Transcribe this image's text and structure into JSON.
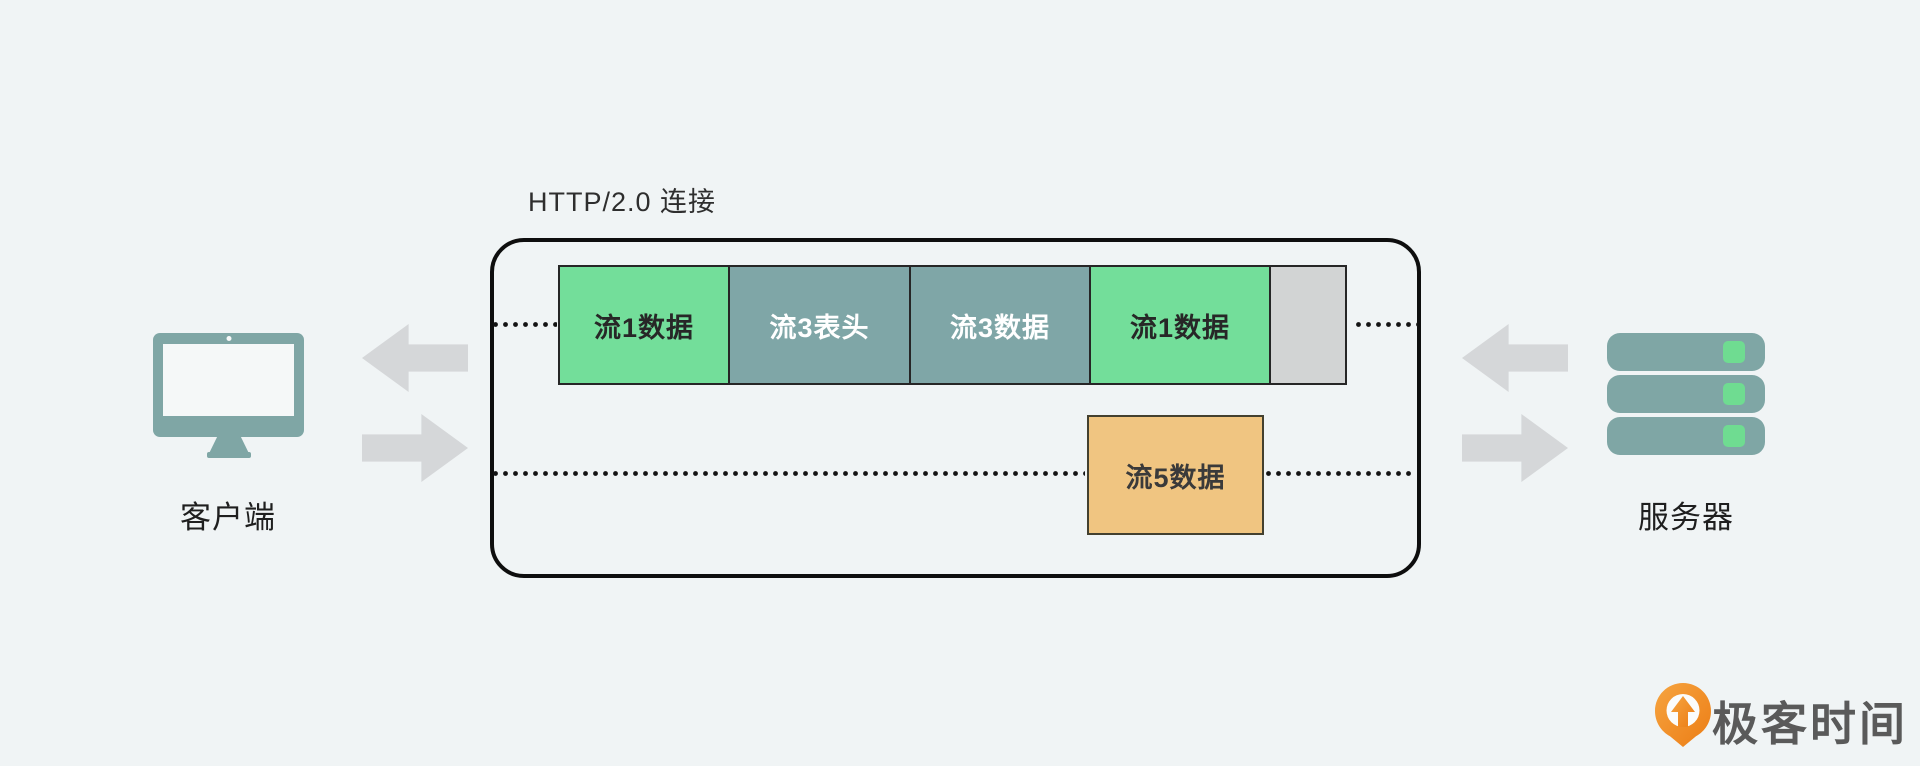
{
  "page": {
    "background_color": "#f0f4f5"
  },
  "diagram": {
    "connection": {
      "title": "HTTP/2.0 连接",
      "row1_frames": [
        {
          "label": "流1数据",
          "color": "#73de9a",
          "text_color": "#272727"
        },
        {
          "label": "流3表头",
          "color": "#7fa6a7",
          "text_color": "#ffffff"
        },
        {
          "label": "流3数据",
          "color": "#7fa6a7",
          "text_color": "#ffffff"
        },
        {
          "label": "流1数据",
          "color": "#73de9a",
          "text_color": "#272727"
        },
        {
          "label": "",
          "color": "#d2d4d4",
          "text_color": "#272727"
        }
      ],
      "row2_frames": [
        {
          "label": "流5数据",
          "color": "#f0c581",
          "text_color": "#3a3a3a"
        }
      ],
      "box_border_color": "#0e0e0e",
      "dotted_line_color": "#141414"
    },
    "client": {
      "label": "客户端",
      "icon": "monitor-icon",
      "icon_color": "#7fa6a5"
    },
    "server": {
      "label": "服务器",
      "icon": "server-stack-icon",
      "icon_color": "#7fa6a5",
      "indicator_color": "#6fdc91"
    },
    "arrows": {
      "color": "#d5d7d9",
      "left_icon": "arrow-left-icon",
      "right_icon": "arrow-right-icon"
    }
  },
  "branding": {
    "logo_text": "极客时间",
    "logo_icon": "geektime-logo-icon",
    "logo_orange": "#ee8426",
    "logo_text_color": "#5a5a5a"
  }
}
